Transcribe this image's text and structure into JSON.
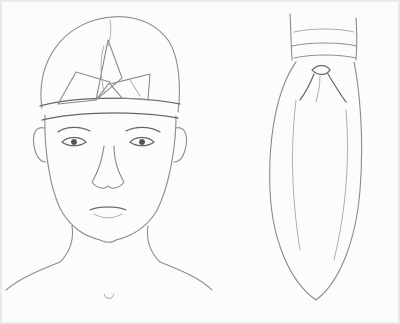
{
  "figure": {
    "panels": [
      {
        "id": "head-bandage",
        "subject": "face-with-triangular-head-bandage"
      },
      {
        "id": "hand-bandage",
        "subject": "wrapped-hand-with-tied-knot"
      }
    ],
    "colors": {
      "paper": "#fcfcfc",
      "line": "#8a8a8a",
      "line_dark": "#666666"
    }
  }
}
